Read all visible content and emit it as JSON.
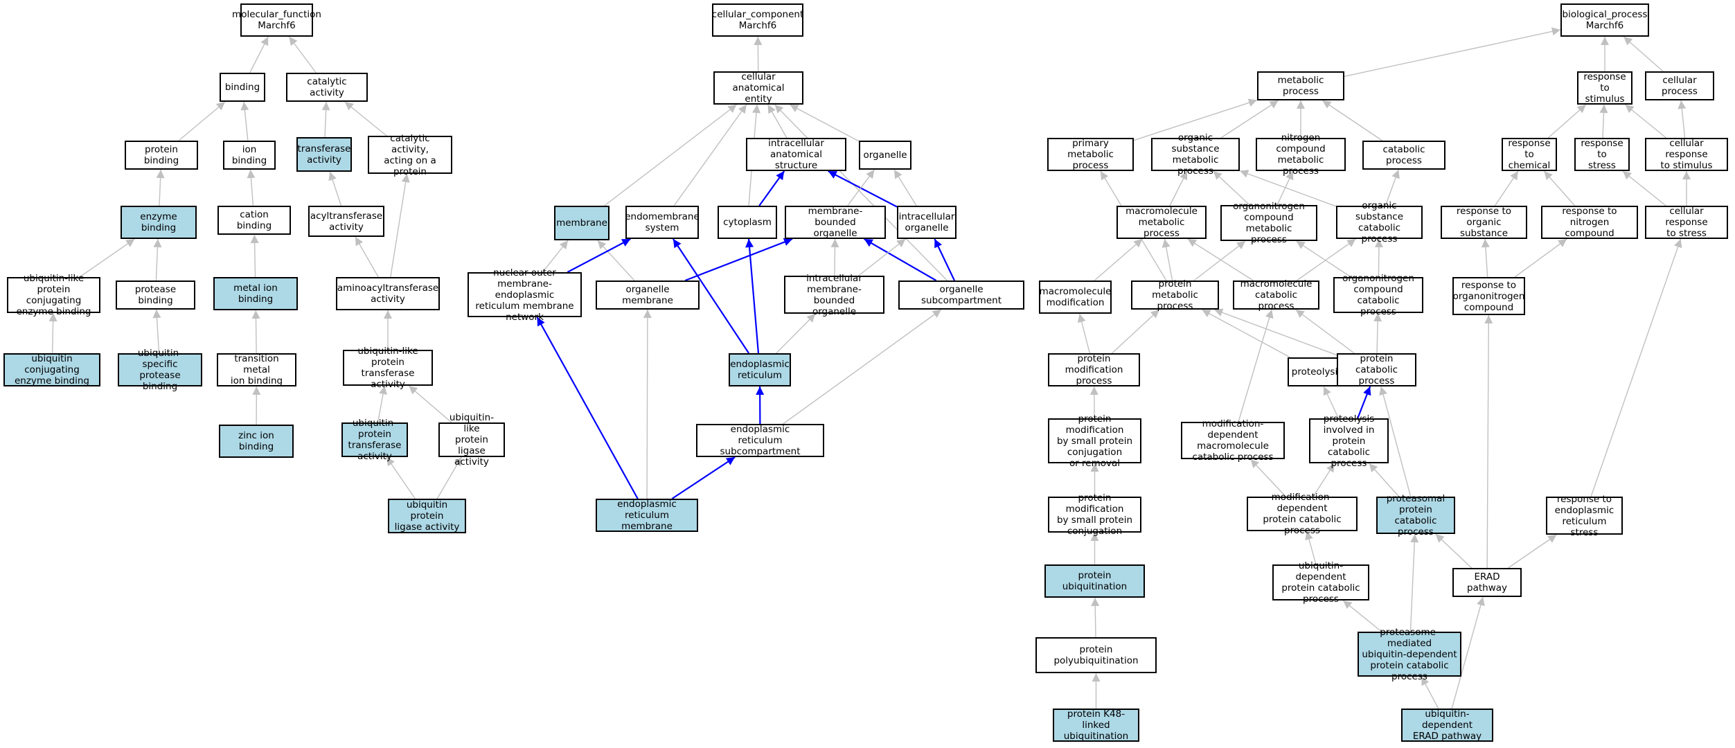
{
  "colors": {
    "highlight": "#add8e6",
    "blue_edge": "#0000ff",
    "gray_edge": "#c0c0c0",
    "border": "#000000"
  },
  "nodes": {
    "mf_root": {
      "label": "molecular_function\nMarchf6",
      "hl": false
    },
    "binding": {
      "label": "binding",
      "hl": false
    },
    "catalytic": {
      "label": "catalytic activity",
      "hl": false
    },
    "protein_binding": {
      "label": "protein binding",
      "hl": false
    },
    "ion_binding": {
      "label": "ion binding",
      "hl": false
    },
    "transferase": {
      "label": "transferase\nactivity",
      "hl": true
    },
    "cat_protein": {
      "label": "catalytic activity,\nacting on a\nprotein",
      "hl": false
    },
    "enzyme_binding": {
      "label": "enzyme binding",
      "hl": true
    },
    "cation_binding": {
      "label": "cation binding",
      "hl": false
    },
    "acyltransferase": {
      "label": "acyltransferase\nactivity",
      "hl": false
    },
    "ubl_conj_binding": {
      "label": "ubiquitin-like\nprotein conjugating\nenzyme binding",
      "hl": false
    },
    "protease_binding": {
      "label": "protease binding",
      "hl": false
    },
    "metal_ion_binding": {
      "label": "metal ion binding",
      "hl": true
    },
    "aminoacyltransferase": {
      "label": "aminoacyltransferase\nactivity",
      "hl": false
    },
    "ubq_conj_binding": {
      "label": "ubiquitin conjugating\nenzyme binding",
      "hl": true
    },
    "ubq_spec_protease": {
      "label": "ubiquitin-specific\nprotease binding",
      "hl": true
    },
    "transition_metal": {
      "label": "transition metal\nion binding",
      "hl": false
    },
    "ubl_transferase": {
      "label": "ubiquitin-like\nprotein transferase\nactivity",
      "hl": false
    },
    "zinc_ion": {
      "label": "zinc ion binding",
      "hl": true
    },
    "ubq_protein_transferase": {
      "label": "ubiquitin-protein\ntransferase\nactivity",
      "hl": true
    },
    "ubl_ligase": {
      "label": "ubiquitin-like\nprotein ligase\nactivity",
      "hl": false
    },
    "ubq_ligase": {
      "label": "ubiquitin protein\nligase activity",
      "hl": true
    },
    "cc_root": {
      "label": "cellular_component\nMarchf6",
      "hl": false
    },
    "anat_entity": {
      "label": "cellular anatomical\nentity",
      "hl": false
    },
    "intracell_struct": {
      "label": "intracellular\nanatomical structure",
      "hl": false
    },
    "organelle": {
      "label": "organelle",
      "hl": false
    },
    "membrane": {
      "label": "membrane",
      "hl": true
    },
    "endomembrane": {
      "label": "endomembrane\nsystem",
      "hl": false
    },
    "cytoplasm": {
      "label": "cytoplasm",
      "hl": false
    },
    "mb_organelle": {
      "label": "membrane-bounded\norganelle",
      "hl": false
    },
    "intracell_organelle": {
      "label": "intracellular\norganelle",
      "hl": false
    },
    "nuclear_outer": {
      "label": "nuclear outer\nmembrane-endoplasmic\nreticulum membrane\nnetwork",
      "hl": false
    },
    "organelle_membrane": {
      "label": "organelle membrane",
      "hl": false
    },
    "intra_mb_organelle": {
      "label": "intracellular\nmembrane-bounded\norganelle",
      "hl": false
    },
    "organelle_subcomp": {
      "label": "organelle subcompartment",
      "hl": false
    },
    "er": {
      "label": "endoplasmic\nreticulum",
      "hl": true
    },
    "er_subcomp": {
      "label": "endoplasmic\nreticulum subcompartment",
      "hl": false
    },
    "er_membrane": {
      "label": "endoplasmic\nreticulum membrane",
      "hl": true
    },
    "bp_root": {
      "label": "biological_process\nMarchf6",
      "hl": false
    },
    "metabolic": {
      "label": "metabolic process",
      "hl": false
    },
    "resp_stimulus": {
      "label": "response to\nstimulus",
      "hl": false
    },
    "cellular_process": {
      "label": "cellular process",
      "hl": false
    },
    "primary_metabolic": {
      "label": "primary metabolic\nprocess",
      "hl": false
    },
    "org_subst_metabolic": {
      "label": "organic substance\nmetabolic process",
      "hl": false
    },
    "nitrogen_metabolic": {
      "label": "nitrogen compound\nmetabolic process",
      "hl": false
    },
    "catabolic": {
      "label": "catabolic process",
      "hl": false
    },
    "resp_chemical": {
      "label": "response to\nchemical",
      "hl": false
    },
    "resp_stress": {
      "label": "response to\nstress",
      "hl": false
    },
    "cell_resp_stimulus": {
      "label": "cellular response\nto stimulus",
      "hl": false
    },
    "macromol_metabolic": {
      "label": "macromolecule\nmetabolic process",
      "hl": false
    },
    "orgN_metabolic": {
      "label": "organonitrogen\ncompound metabolic\nprocess",
      "hl": false
    },
    "org_subst_catabolic": {
      "label": "organic substance\ncatabolic process",
      "hl": false
    },
    "resp_organic": {
      "label": "response to\norganic substance",
      "hl": false
    },
    "resp_nitrogen": {
      "label": "response to\nnitrogen compound",
      "hl": false
    },
    "cell_resp_stress": {
      "label": "cellular response\nto stress",
      "hl": false
    },
    "macromol_mod": {
      "label": "macromolecule\nmodification",
      "hl": false
    },
    "protein_metabolic": {
      "label": "protein metabolic\nprocess",
      "hl": false
    },
    "macromol_catabolic": {
      "label": "macromolecule\ncatabolic process",
      "hl": false
    },
    "orgN_catabolic": {
      "label": "organonitrogen\ncompound catabolic\nprocess",
      "hl": false
    },
    "resp_orgN": {
      "label": "response to\norganonitrogen\ncompound",
      "hl": false
    },
    "protein_mod": {
      "label": "protein modification\nprocess",
      "hl": false
    },
    "proteolysis": {
      "label": "proteolysis",
      "hl": false
    },
    "protein_catabolic": {
      "label": "protein catabolic\nprocess",
      "hl": false
    },
    "pm_small_removal": {
      "label": "protein modification\nby small protein\nconjugation\nor removal",
      "hl": false
    },
    "mod_dep_macro_cat": {
      "label": "modification-dependent\nmacromolecule\ncatabolic process",
      "hl": false
    },
    "proteolysis_pcp": {
      "label": "proteolysis\ninvolved in\nprotein catabolic\nprocess",
      "hl": false
    },
    "pm_small_conj": {
      "label": "protein modification\nby small protein\nconjugation",
      "hl": false
    },
    "mod_dep_protein_cat": {
      "label": "modification-dependent\nprotein catabolic\nprocess",
      "hl": false
    },
    "proteasomal_cat": {
      "label": "proteasomal\nprotein catabolic\nprocess",
      "hl": true
    },
    "resp_er_stress": {
      "label": "response to\nendoplasmic\nreticulum stress",
      "hl": false
    },
    "protein_ubiq": {
      "label": "protein ubiquitination",
      "hl": true
    },
    "ubq_dep_protein_cat": {
      "label": "ubiquitin-dependent\nprotein catabolic\nprocess",
      "hl": false
    },
    "erad": {
      "label": "ERAD pathway",
      "hl": false
    },
    "polyubiq": {
      "label": "protein polyubiquitination",
      "hl": false
    },
    "proteasome_mediated": {
      "label": "proteasome-mediated\nubiquitin-dependent\nprotein catabolic\nprocess",
      "hl": true
    },
    "k48": {
      "label": "protein K48-linked\nubiquitination",
      "hl": true
    },
    "ubq_dep_erad": {
      "label": "ubiquitin-dependent\nERAD pathway",
      "hl": true
    }
  },
  "edges": [
    {
      "from": "binding",
      "to": "mf_root",
      "c": "gray"
    },
    {
      "from": "catalytic",
      "to": "mf_root",
      "c": "gray"
    },
    {
      "from": "protein_binding",
      "to": "binding",
      "c": "gray"
    },
    {
      "from": "ion_binding",
      "to": "binding",
      "c": "gray"
    },
    {
      "from": "transferase",
      "to": "catalytic",
      "c": "gray"
    },
    {
      "from": "cat_protein",
      "to": "catalytic",
      "c": "gray"
    },
    {
      "from": "enzyme_binding",
      "to": "protein_binding",
      "c": "gray"
    },
    {
      "from": "cation_binding",
      "to": "ion_binding",
      "c": "gray"
    },
    {
      "from": "acyltransferase",
      "to": "transferase",
      "c": "gray"
    },
    {
      "from": "ubl_conj_binding",
      "to": "enzyme_binding",
      "c": "gray"
    },
    {
      "from": "protease_binding",
      "to": "enzyme_binding",
      "c": "gray"
    },
    {
      "from": "metal_ion_binding",
      "to": "cation_binding",
      "c": "gray"
    },
    {
      "from": "aminoacyltransferase",
      "to": "acyltransferase",
      "c": "gray"
    },
    {
      "from": "aminoacyltransferase",
      "to": "cat_protein",
      "c": "gray"
    },
    {
      "from": "ubq_conj_binding",
      "to": "ubl_conj_binding",
      "c": "gray"
    },
    {
      "from": "ubq_spec_protease",
      "to": "protease_binding",
      "c": "gray"
    },
    {
      "from": "transition_metal",
      "to": "metal_ion_binding",
      "c": "gray"
    },
    {
      "from": "ubl_transferase",
      "to": "aminoacyltransferase",
      "c": "gray"
    },
    {
      "from": "zinc_ion",
      "to": "transition_metal",
      "c": "gray"
    },
    {
      "from": "ubq_protein_transferase",
      "to": "ubl_transferase",
      "c": "gray"
    },
    {
      "from": "ubl_ligase",
      "to": "ubl_transferase",
      "c": "gray"
    },
    {
      "from": "ubq_ligase",
      "to": "ubq_protein_transferase",
      "c": "gray"
    },
    {
      "from": "ubq_ligase",
      "to": "ubl_ligase",
      "c": "gray"
    },
    {
      "from": "anat_entity",
      "to": "cc_root",
      "c": "gray"
    },
    {
      "from": "intracell_struct",
      "to": "anat_entity",
      "c": "gray"
    },
    {
      "from": "organelle",
      "to": "anat_entity",
      "c": "gray"
    },
    {
      "from": "membrane",
      "to": "anat_entity",
      "c": "gray"
    },
    {
      "from": "endomembrane",
      "to": "anat_entity",
      "c": "gray"
    },
    {
      "from": "cytoplasm",
      "to": "anat_entity",
      "c": "gray"
    },
    {
      "from": "organelle_subcomp",
      "to": "anat_entity",
      "c": "gray"
    },
    {
      "from": "cytoplasm",
      "to": "intracell_struct",
      "c": "blue"
    },
    {
      "from": "intracell_organelle",
      "to": "intracell_struct",
      "c": "blue"
    },
    {
      "from": "mb_organelle",
      "to": "organelle",
      "c": "gray"
    },
    {
      "from": "intracell_organelle",
      "to": "organelle",
      "c": "gray"
    },
    {
      "from": "nuclear_outer",
      "to": "membrane",
      "c": "gray"
    },
    {
      "from": "organelle_membrane",
      "to": "membrane",
      "c": "gray"
    },
    {
      "from": "nuclear_outer",
      "to": "endomembrane",
      "c": "blue"
    },
    {
      "from": "er",
      "to": "endomembrane",
      "c": "blue"
    },
    {
      "from": "er",
      "to": "cytoplasm",
      "c": "blue"
    },
    {
      "from": "organelle_membrane",
      "to": "mb_organelle",
      "c": "blue"
    },
    {
      "from": "intra_mb_organelle",
      "to": "mb_organelle",
      "c": "gray"
    },
    {
      "from": "organelle_subcomp",
      "to": "mb_organelle",
      "c": "blue"
    },
    {
      "from": "intra_mb_organelle",
      "to": "intracell_organelle",
      "c": "gray"
    },
    {
      "from": "organelle_subcomp",
      "to": "intracell_organelle",
      "c": "blue"
    },
    {
      "from": "er",
      "to": "intra_mb_organelle",
      "c": "gray"
    },
    {
      "from": "er_subcomp",
      "to": "er",
      "c": "blue"
    },
    {
      "from": "er_subcomp",
      "to": "organelle_subcomp",
      "c": "gray"
    },
    {
      "from": "er_membrane",
      "to": "nuclear_outer",
      "c": "blue"
    },
    {
      "from": "er_membrane",
      "to": "organelle_membrane",
      "c": "gray"
    },
    {
      "from": "er_membrane",
      "to": "er_subcomp",
      "c": "blue"
    },
    {
      "from": "metabolic",
      "to": "bp_root",
      "c": "gray"
    },
    {
      "from": "resp_stimulus",
      "to": "bp_root",
      "c": "gray"
    },
    {
      "from": "cellular_process",
      "to": "bp_root",
      "c": "gray"
    },
    {
      "from": "primary_metabolic",
      "to": "metabolic",
      "c": "gray"
    },
    {
      "from": "org_subst_metabolic",
      "to": "metabolic",
      "c": "gray"
    },
    {
      "from": "nitrogen_metabolic",
      "to": "metabolic",
      "c": "gray"
    },
    {
      "from": "catabolic",
      "to": "metabolic",
      "c": "gray"
    },
    {
      "from": "resp_chemical",
      "to": "resp_stimulus",
      "c": "gray"
    },
    {
      "from": "resp_stress",
      "to": "resp_stimulus",
      "c": "gray"
    },
    {
      "from": "cell_resp_stimulus",
      "to": "resp_stimulus",
      "c": "gray"
    },
    {
      "from": "cell_resp_stimulus",
      "to": "cellular_process",
      "c": "gray"
    },
    {
      "from": "macromol_metabolic",
      "to": "org_subst_metabolic",
      "c": "gray"
    },
    {
      "from": "orgN_metabolic",
      "to": "org_subst_metabolic",
      "c": "gray"
    },
    {
      "from": "orgN_metabolic",
      "to": "nitrogen_metabolic",
      "c": "gray"
    },
    {
      "from": "org_subst_catabolic",
      "to": "org_subst_metabolic",
      "c": "gray"
    },
    {
      "from": "org_subst_catabolic",
      "to": "catabolic",
      "c": "gray"
    },
    {
      "from": "resp_organic",
      "to": "resp_chemical",
      "c": "gray"
    },
    {
      "from": "resp_nitrogen",
      "to": "resp_chemical",
      "c": "gray"
    },
    {
      "from": "cell_resp_stress",
      "to": "resp_stress",
      "c": "gray"
    },
    {
      "from": "cell_resp_stress",
      "to": "cell_resp_stimulus",
      "c": "gray"
    },
    {
      "from": "macromol_mod",
      "to": "macromol_metabolic",
      "c": "gray"
    },
    {
      "from": "protein_metabolic",
      "to": "macromol_metabolic",
      "c": "gray"
    },
    {
      "from": "protein_metabolic",
      "to": "primary_metabolic",
      "c": "gray"
    },
    {
      "from": "protein_metabolic",
      "to": "orgN_metabolic",
      "c": "gray"
    },
    {
      "from": "macromol_catabolic",
      "to": "macromol_metabolic",
      "c": "gray"
    },
    {
      "from": "macromol_catabolic",
      "to": "org_subst_catabolic",
      "c": "gray"
    },
    {
      "from": "orgN_catabolic",
      "to": "orgN_metabolic",
      "c": "gray"
    },
    {
      "from": "orgN_catabolic",
      "to": "org_subst_catabolic",
      "c": "gray"
    },
    {
      "from": "resp_orgN",
      "to": "resp_organic",
      "c": "gray"
    },
    {
      "from": "resp_orgN",
      "to": "resp_nitrogen",
      "c": "gray"
    },
    {
      "from": "protein_mod",
      "to": "macromol_mod",
      "c": "gray"
    },
    {
      "from": "protein_mod",
      "to": "protein_metabolic",
      "c": "gray"
    },
    {
      "from": "proteolysis",
      "to": "protein_metabolic",
      "c": "gray"
    },
    {
      "from": "protein_catabolic",
      "to": "protein_metabolic",
      "c": "gray"
    },
    {
      "from": "protein_catabolic",
      "to": "macromol_catabolic",
      "c": "gray"
    },
    {
      "from": "protein_catabolic",
      "to": "orgN_catabolic",
      "c": "gray"
    },
    {
      "from": "pm_small_removal",
      "to": "protein_mod",
      "c": "gray"
    },
    {
      "from": "mod_dep_macro_cat",
      "to": "macromol_catabolic",
      "c": "gray"
    },
    {
      "from": "proteolysis_pcp",
      "to": "proteolysis",
      "c": "gray"
    },
    {
      "from": "proteolysis_pcp",
      "to": "protein_catabolic",
      "c": "blue"
    },
    {
      "from": "pm_small_conj",
      "to": "pm_small_removal",
      "c": "gray"
    },
    {
      "from": "mod_dep_protein_cat",
      "to": "mod_dep_macro_cat",
      "c": "gray"
    },
    {
      "from": "mod_dep_protein_cat",
      "to": "proteolysis_pcp",
      "c": "gray"
    },
    {
      "from": "proteasomal_cat",
      "to": "proteolysis_pcp",
      "c": "gray"
    },
    {
      "from": "proteasomal_cat",
      "to": "protein_catabolic",
      "c": "gray"
    },
    {
      "from": "resp_er_stress",
      "to": "cell_resp_stress",
      "c": "gray"
    },
    {
      "from": "protein_ubiq",
      "to": "pm_small_conj",
      "c": "gray"
    },
    {
      "from": "ubq_dep_protein_cat",
      "to": "mod_dep_protein_cat",
      "c": "gray"
    },
    {
      "from": "erad",
      "to": "proteasomal_cat",
      "c": "gray"
    },
    {
      "from": "erad",
      "to": "resp_er_stress",
      "c": "gray"
    },
    {
      "from": "erad",
      "to": "resp_orgN",
      "c": "gray"
    },
    {
      "from": "polyubiq",
      "to": "protein_ubiq",
      "c": "gray"
    },
    {
      "from": "proteasome_mediated",
      "to": "proteasomal_cat",
      "c": "gray"
    },
    {
      "from": "proteasome_mediated",
      "to": "ubq_dep_protein_cat",
      "c": "gray"
    },
    {
      "from": "k48",
      "to": "polyubiq",
      "c": "gray"
    },
    {
      "from": "ubq_dep_erad",
      "to": "erad",
      "c": "gray"
    },
    {
      "from": "ubq_dep_erad",
      "to": "proteasome_mediated",
      "c": "gray"
    }
  ]
}
